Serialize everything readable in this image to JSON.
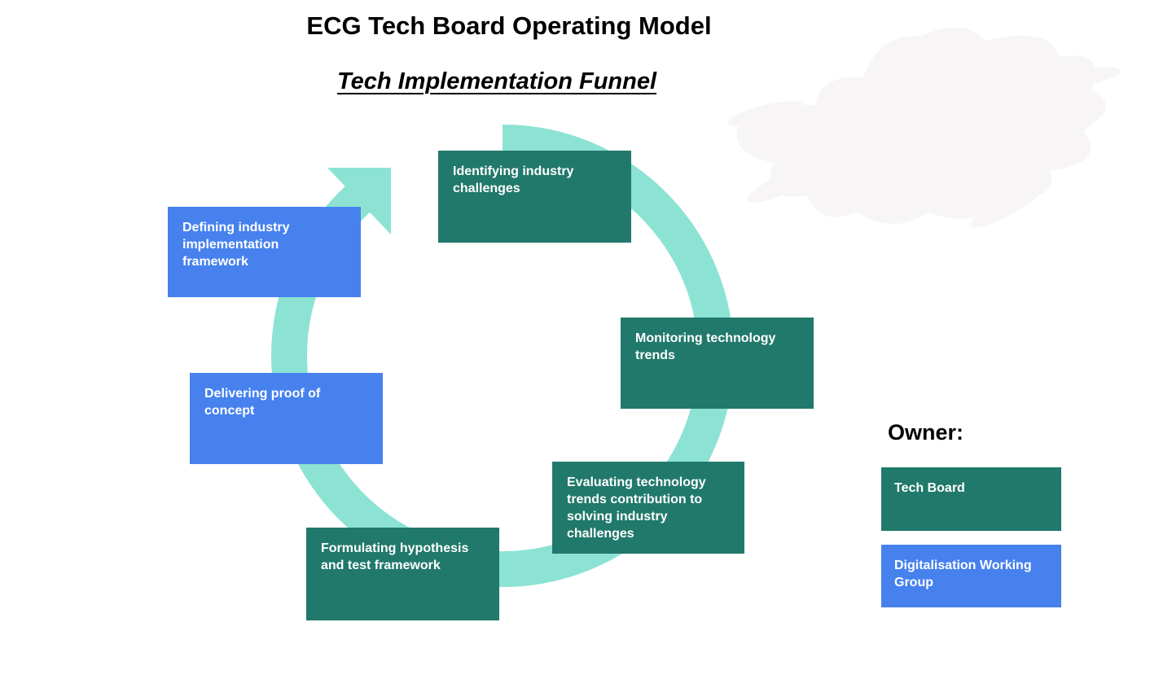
{
  "slide": {
    "title": "ECG Tech Board Operating Model",
    "subtitle": "Tech Implementation Funnel"
  },
  "funnel_steps": [
    {
      "label": "Identifying industry challenges",
      "owner": "Tech Board"
    },
    {
      "label": "Monitoring technology trends",
      "owner": "Tech Board"
    },
    {
      "label": "Evaluating technology trends contribution to solving industry challenges",
      "owner": "Tech Board"
    },
    {
      "label": "Formulating hypothesis and test framework",
      "owner": "Tech Board"
    },
    {
      "label": "Delivering proof of concept",
      "owner": "Digitalisation Working Group"
    },
    {
      "label": "Defining industry implementation framework",
      "owner": "Digitalisation Working Group"
    }
  ],
  "legend": {
    "heading": "Owner:",
    "items": [
      {
        "label": "Tech Board",
        "color": "#21796b"
      },
      {
        "label": "Digitalisation Working Group",
        "color": "#4681ee"
      }
    ]
  },
  "colors": {
    "teal_box": "#21796b",
    "blue_box": "#4681ee",
    "cycle_arrow": "#8ce3d4",
    "box_text": "#ffffff",
    "heading_text": "#000000",
    "background": "#ffffff",
    "watermark": "#f7f5f5"
  },
  "decorations": [
    {
      "name": "erased-scribble-watermark"
    }
  ]
}
